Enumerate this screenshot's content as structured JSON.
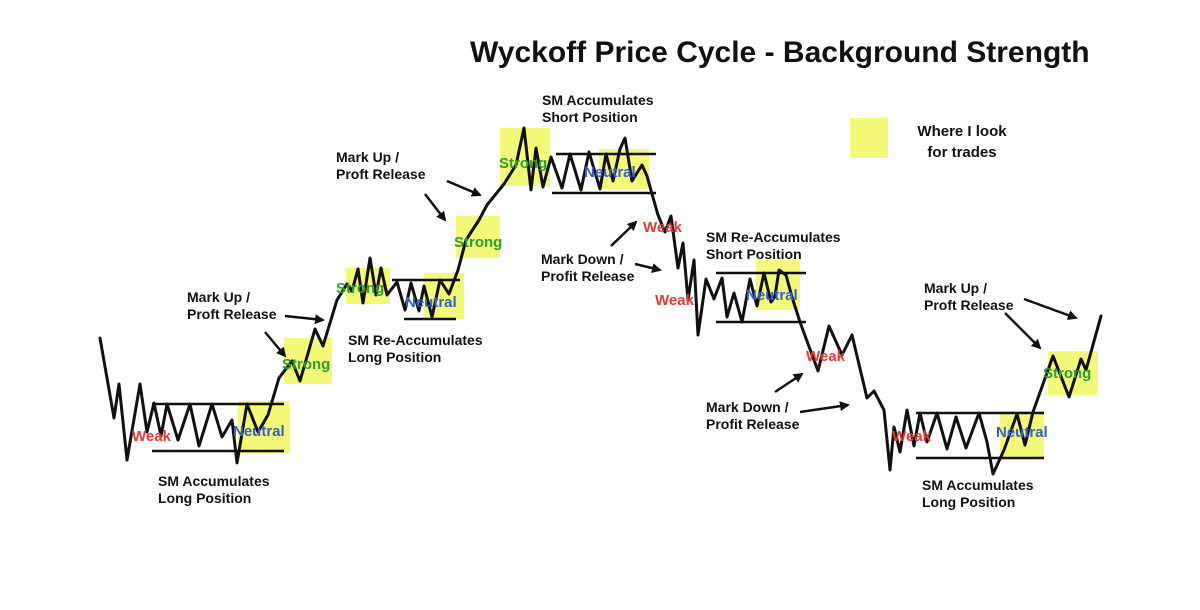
{
  "title": "Wyckoff Price Cycle - Background Strength",
  "legend": {
    "label_line1": "Where I look",
    "label_line2": "for trades",
    "swatch_color": "#f4f97a"
  },
  "colors": {
    "weak": "#e53935",
    "strong": "#2e9e2e",
    "neutral": "#3a5fc8",
    "highlight": "#f4f97a",
    "line": "#111111"
  },
  "labels": {
    "weak": "Weak",
    "strong": "Strong",
    "neutral": "Neutral"
  },
  "notes": {
    "sm_accumulates_long_1": [
      "SM Accumulates",
      "Long Position"
    ],
    "mark_up_1": [
      "Mark Up /",
      "Proft Release"
    ],
    "sm_reaccumulates_long": [
      "SM Re-Accumulates",
      "Long Position"
    ],
    "mark_up_2": [
      "Mark Up /",
      "Proft Release"
    ],
    "sm_accumulates_short": [
      "SM Accumulates",
      "Short Position"
    ],
    "mark_down_1": [
      "Mark Down /",
      "Profit Release"
    ],
    "sm_reaccumulates_short": [
      "SM Re-Accumulates",
      "Short Position"
    ],
    "mark_down_2": [
      "Mark Down /",
      "Profit Release"
    ],
    "mark_up_3": [
      "Mark Up /",
      "Proft Release"
    ],
    "sm_accumulates_long_2": [
      "SM Accumulates",
      "Long Position"
    ]
  }
}
